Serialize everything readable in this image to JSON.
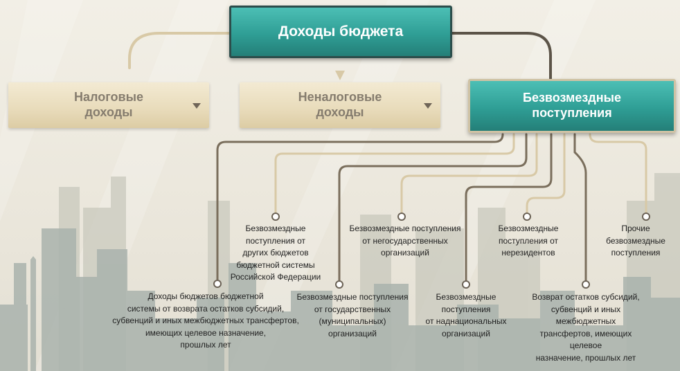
{
  "title": "Доходы бюджета",
  "categories": [
    {
      "label": "Налоговые\nдоходы"
    },
    {
      "label": "Неналоговые\nдоходы"
    },
    {
      "label": "Безвозмездные\nпоступления"
    }
  ],
  "leaves": [
    {
      "label": "Безвозмездные\nпоступления от\nдругих бюджетов\nбюджетной системы\nРоссийской Федерации"
    },
    {
      "label": "Безвозмездные поступления\nот негосударственных\nорганизаций"
    },
    {
      "label": "Безвозмездные\nпоступления от\nнерезидентов"
    },
    {
      "label": "Прочие\nбезвозмездные\nпоступления"
    },
    {
      "label": "Доходы бюджетов бюджетной\nсистемы от возврата остатков субсидий,\nсубвенций и иных межбюджетных трансфертов,\nимеющих целевое назначение,\nпрошлых лет"
    },
    {
      "label": "Безвозмездные поступления\nот государственных\n(муниципальных)\nорганизаций"
    },
    {
      "label": "Безвозмездные\nпоступления\nот наднациональных\nорганизаций"
    },
    {
      "label": "Возврат остатков субсидий,\nсубвенций и иных\nмежбюджетных\nтрансфертов, имеющих\nцелевое\nназначение, прошлых лет"
    }
  ],
  "colors": {
    "teal": "#2f9e95",
    "beige": "#e8dbba",
    "connector_dark": "#7a6e5c",
    "connector_light": "#d8c9a6"
  }
}
